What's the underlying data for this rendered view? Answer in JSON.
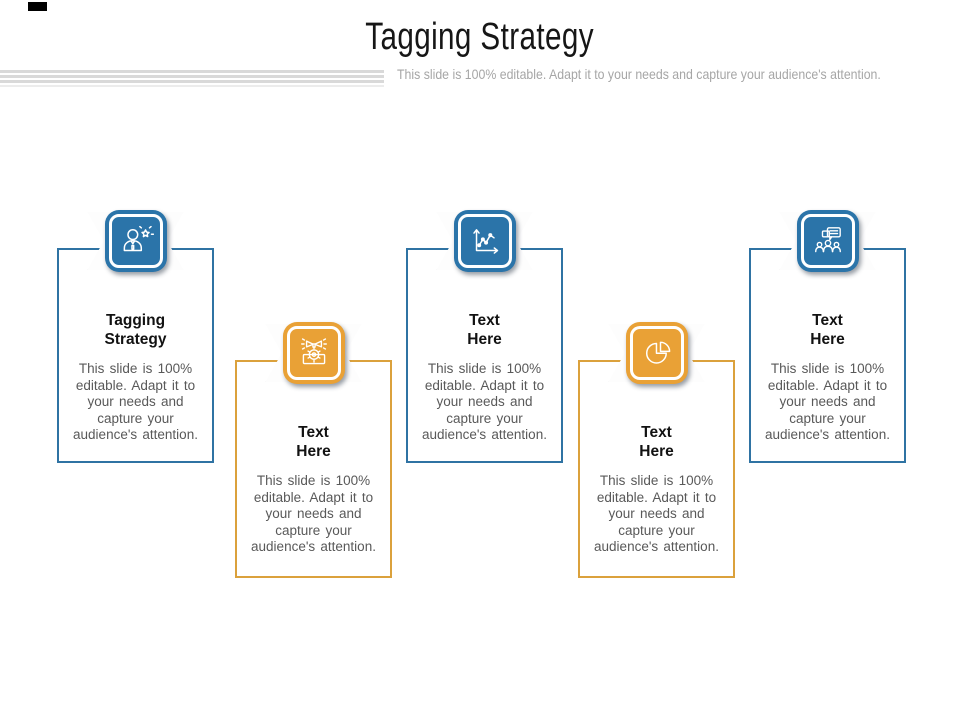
{
  "slide": {
    "title": "Tagging Strategy",
    "subtitle": "This slide is 100% editable. Adapt it to your needs and capture your audience's attention."
  },
  "colors": {
    "blue_fill": "#2b74a9",
    "blue_border": "#2f73a3",
    "orange_fill": "#e9a136",
    "orange_border": "#dba13c"
  },
  "cards": [
    {
      "accent": "blue",
      "icon": "user-star-icon",
      "title_line1": "Tagging",
      "title_line2": "Strategy",
      "body": "This slide is 100% editable. Adapt it to your needs and capture your audience's attention."
    },
    {
      "accent": "orange",
      "icon": "promotion-icon",
      "title_line1": "Text",
      "title_line2": "Here",
      "body": "This slide is 100% editable. Adapt it to your needs and capture your audience's attention."
    },
    {
      "accent": "blue",
      "icon": "line-chart-icon",
      "title_line1": "Text",
      "title_line2": "Here",
      "body": "This slide is 100% editable. Adapt it to your needs and capture your audience's attention."
    },
    {
      "accent": "orange",
      "icon": "pie-chart-icon",
      "title_line1": "Text",
      "title_line2": "Here",
      "body": "This slide is 100% editable. Adapt it to your needs and capture your audience's attention."
    },
    {
      "accent": "blue",
      "icon": "team-chat-icon",
      "title_line1": "Text",
      "title_line2": "Here",
      "body": "This slide is 100% editable. Adapt it to your needs and capture your audience's attention."
    }
  ]
}
